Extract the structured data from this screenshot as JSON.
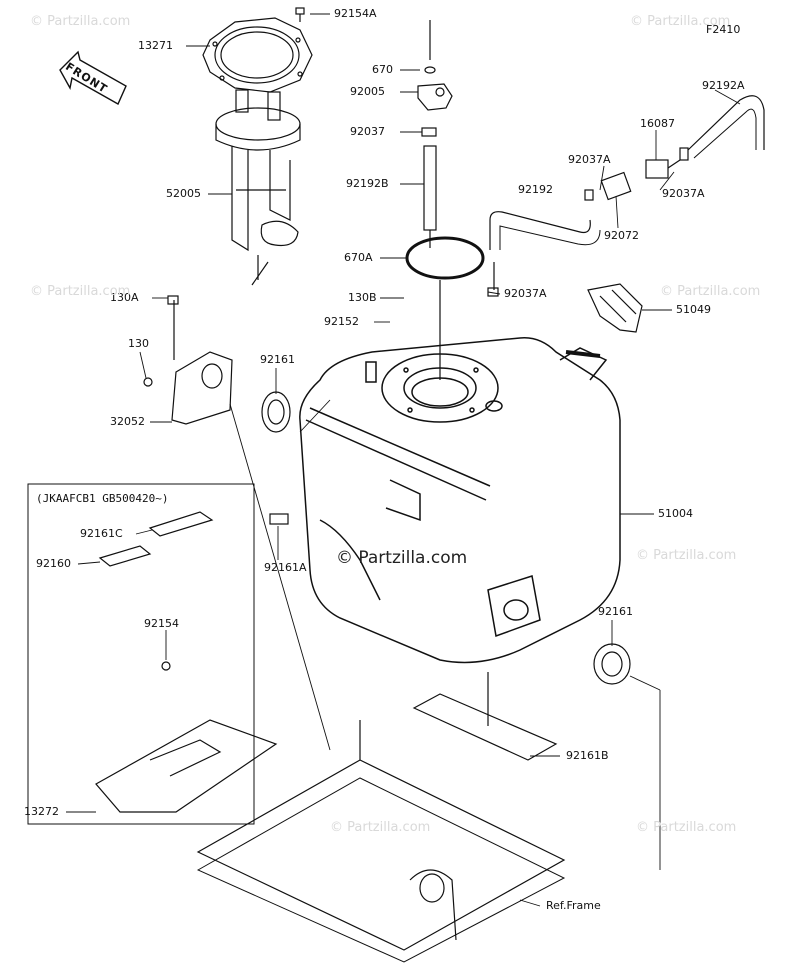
{
  "diagram_code": "F2410",
  "front_label": "FRONT",
  "variant_note": "(JKAAFCB1 GB500420~)",
  "watermark": "© Partzilla.com",
  "watermark_faint": "© Partzilla.com",
  "ref_frame": "Ref.Frame",
  "parts": {
    "p13271": "13271",
    "p92154A": "92154A",
    "p670": "670",
    "p92005": "92005",
    "p92037": "92037",
    "p92192B": "92192B",
    "p670A": "670A",
    "p92192A": "92192A",
    "p16087": "16087",
    "p92037A_1": "92037A",
    "p92192": "92192",
    "p92037A_2": "92037A",
    "p92072": "92072",
    "p92037A_3": "92037A",
    "p52005": "52005",
    "p130A": "130A",
    "p130B": "130B",
    "p92152": "92152",
    "p51049": "51049",
    "p130": "130",
    "p92161_1": "92161",
    "p32052": "32052",
    "p51004": "51004",
    "p92161C": "92161C",
    "p92160": "92160",
    "p92161A": "92161A",
    "p92161_2": "92161",
    "p92154": "92154",
    "p92161B": "92161B",
    "p13272": "13272"
  }
}
